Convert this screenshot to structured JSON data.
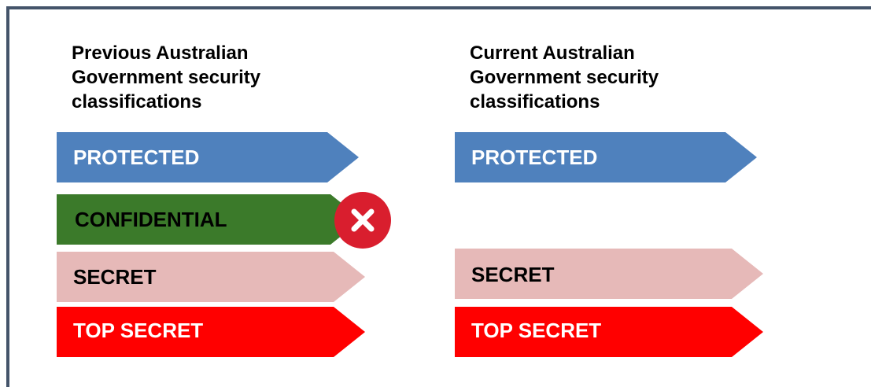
{
  "previous": {
    "heading": [
      "Previous Australian",
      "Government security",
      "classifications"
    ],
    "items": [
      {
        "label": "PROTECTED",
        "fill": "#4f81bd",
        "text_color": "#ffffff"
      },
      {
        "label": "CONFIDENTIAL",
        "fill": "#3b7a2a",
        "text_color": "#000000",
        "removed": true
      },
      {
        "label": "SECRET",
        "fill": "#e6b9b8",
        "text_color": "#000000"
      },
      {
        "label": "TOP SECRET",
        "fill": "#ff0000",
        "text_color": "#ffffff"
      }
    ]
  },
  "current": {
    "heading": [
      "Current Australian",
      "Government security",
      "classifications"
    ],
    "items": [
      {
        "label": "PROTECTED",
        "fill": "#4f81bd",
        "text_color": "#ffffff"
      },
      {
        "label": "SECRET",
        "fill": "#e6b9b8",
        "text_color": "#000000"
      },
      {
        "label": "TOP SECRET",
        "fill": "#ff0000",
        "text_color": "#ffffff"
      }
    ]
  },
  "icons": {
    "removed_marker": "close-circle-icon",
    "removed_marker_color": "#d91e2e"
  }
}
